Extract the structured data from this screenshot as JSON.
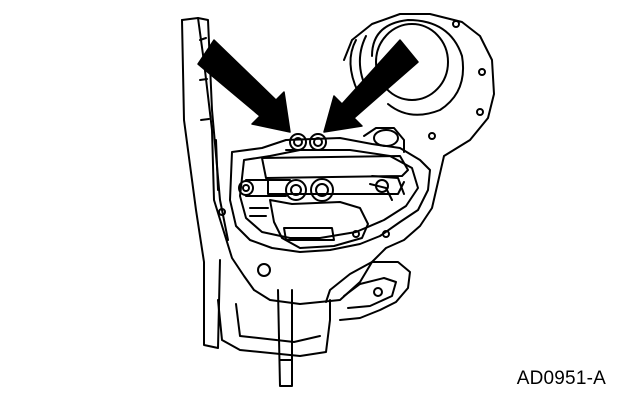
{
  "figure": {
    "id_label": "AD0951-A",
    "line_color": "#000000",
    "background_color": "#ffffff",
    "callouts": [
      {
        "name": "arrow-left-bolt",
        "points_to": "left-bolt-head"
      },
      {
        "name": "arrow-right-bolt",
        "points_to": "right-bolt-head"
      }
    ]
  }
}
